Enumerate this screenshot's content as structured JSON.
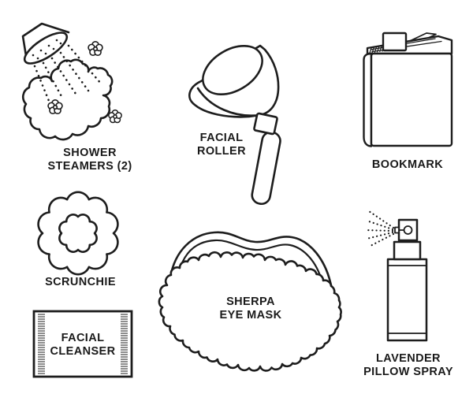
{
  "illustration": {
    "background_color": "#ffffff",
    "line_color": "#1d1d1d",
    "text_color": "#1a1a1a",
    "items": [
      {
        "name": "shower-steamers",
        "label_line1": "SHOWER",
        "label_line2": "STEAMERS (2)"
      },
      {
        "name": "facial-roller",
        "label_line1": "FACIAL",
        "label_line2": "ROLLER"
      },
      {
        "name": "bookmark",
        "label_line1": "BOOKMARK"
      },
      {
        "name": "scrunchie",
        "label_line1": "SCRUNCHIE"
      },
      {
        "name": "facial-cleanser",
        "label_line1": "FACIAL",
        "label_line2": "CLEANSER"
      },
      {
        "name": "sherpa-eye-mask",
        "label_line1": "SHERPA",
        "label_line2": "EYE MASK"
      },
      {
        "name": "lavender-pillow-spray",
        "label_line1": "LAVENDER",
        "label_line2": "PILLOW SPRAY"
      }
    ]
  }
}
